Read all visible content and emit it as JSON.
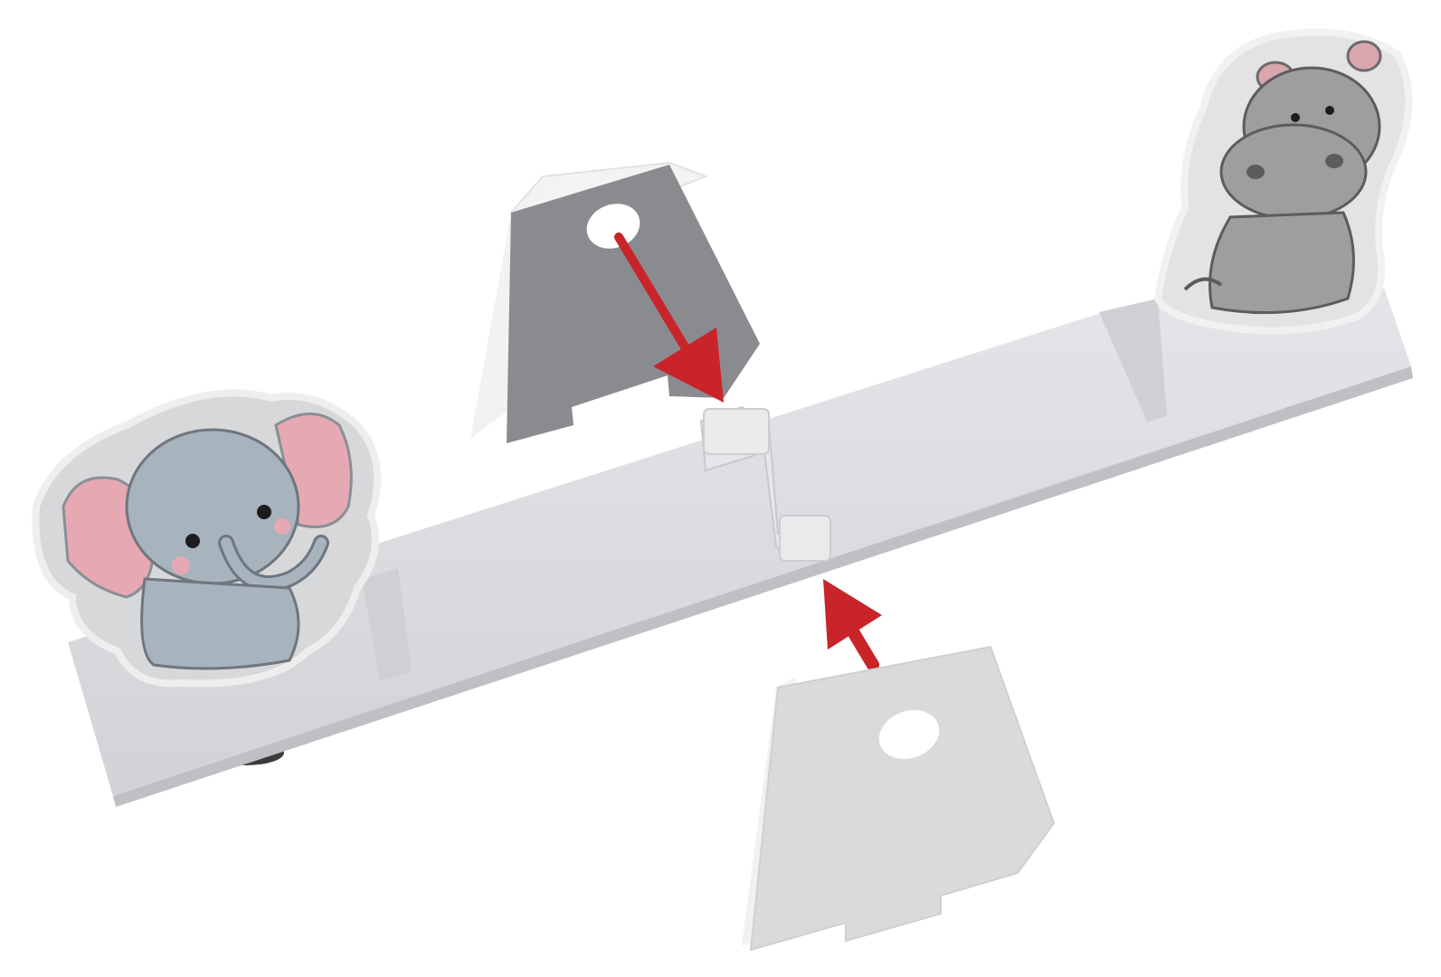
{
  "diagram": {
    "kind": "exploded assembly view",
    "subject": "toy seesaw",
    "colors": {
      "background": "#ffffff",
      "board": "#dcdde0",
      "board_shade": "#c4c5c9",
      "support_front_dark": "#8a8b8f",
      "support_light": "#d9dadc",
      "arrow": "#c9242a",
      "elephant_body": "#a7b3bd",
      "elephant_ear": "#e6a9b4",
      "hippo_body": "#9e9ea0"
    },
    "parts": [
      {
        "id": "seesaw-board",
        "icon": "plank"
      },
      {
        "id": "center-hub",
        "icon": "block"
      },
      {
        "id": "rear-support",
        "icon": "support-with-hole"
      },
      {
        "id": "front-support",
        "icon": "support-with-hole"
      },
      {
        "id": "elephant-figure",
        "icon": "elephant-icon"
      },
      {
        "id": "hippo-figure",
        "icon": "hippo-icon"
      },
      {
        "id": "left-foot-pad",
        "icon": "rubber-pad"
      },
      {
        "id": "right-foot-pad",
        "icon": "rubber-pad"
      }
    ],
    "arrows": [
      {
        "from": "rear-support",
        "to": "center-hub"
      },
      {
        "from": "front-support",
        "to": "center-hub"
      }
    ]
  }
}
